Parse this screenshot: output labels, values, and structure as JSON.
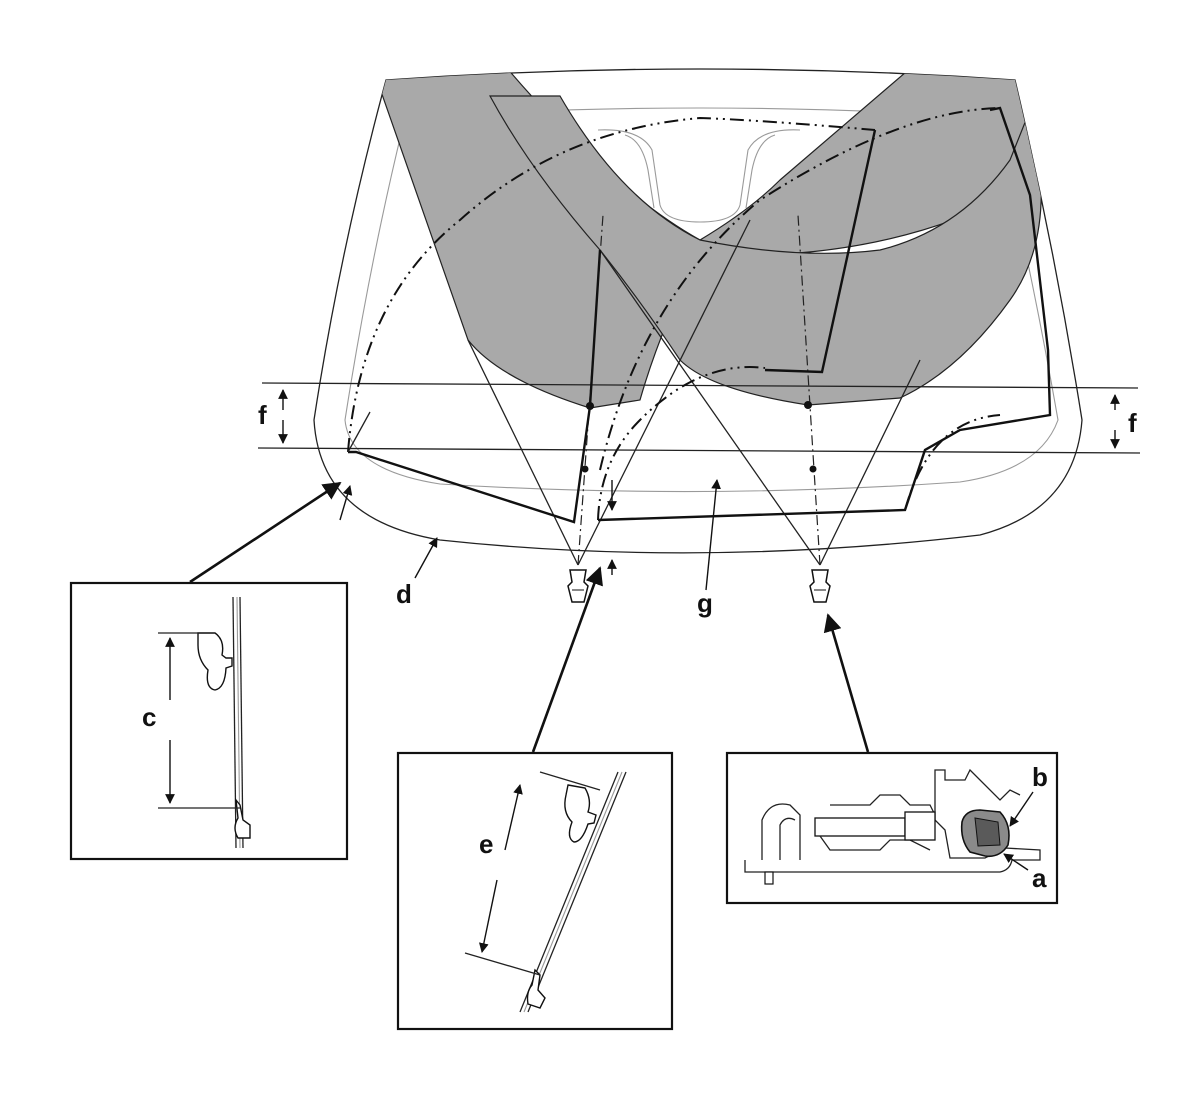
{
  "labels": {
    "a": "a",
    "b": "b",
    "c": "c",
    "d": "d",
    "e": "e",
    "f_left": "f",
    "f_right": "f",
    "g": "g"
  }
}
